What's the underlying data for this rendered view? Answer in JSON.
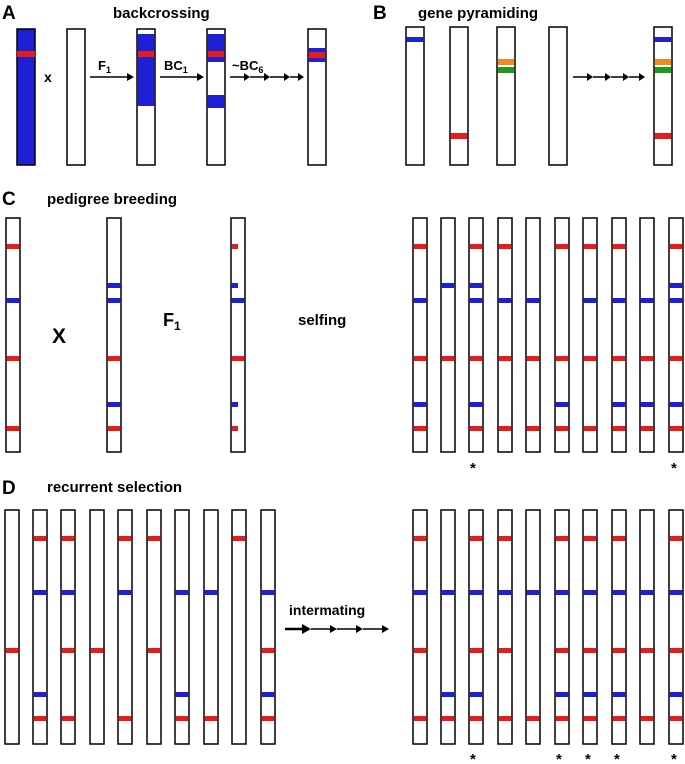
{
  "panels": {
    "A": {
      "letter": "A",
      "title": "backcrossing",
      "cross": "x",
      "step1": "F",
      "step1_sub": "1",
      "step2": "BC",
      "step2_sub": "1",
      "step3": "~BC",
      "step3_sub": "6"
    },
    "B": {
      "letter": "B",
      "title": "gene pyramiding"
    },
    "C": {
      "letter": "C",
      "title": "pedigree breeding",
      "cross": "X",
      "f1": "F",
      "f1_sub": "1",
      "selfing": "selfing",
      "selected_marker": "*"
    },
    "D": {
      "letter": "D",
      "title": "recurrent selection",
      "intermating": "intermating",
      "selected_marker": "*"
    }
  },
  "colors": {
    "donor_segment": "#1f1fd6",
    "red_allele": "#e51c1c",
    "blue_allele": "#1f1fd6",
    "orange_allele": "#f08a1e",
    "green_allele": "#1e9a1e",
    "chromosome_outline": "#000000"
  }
}
